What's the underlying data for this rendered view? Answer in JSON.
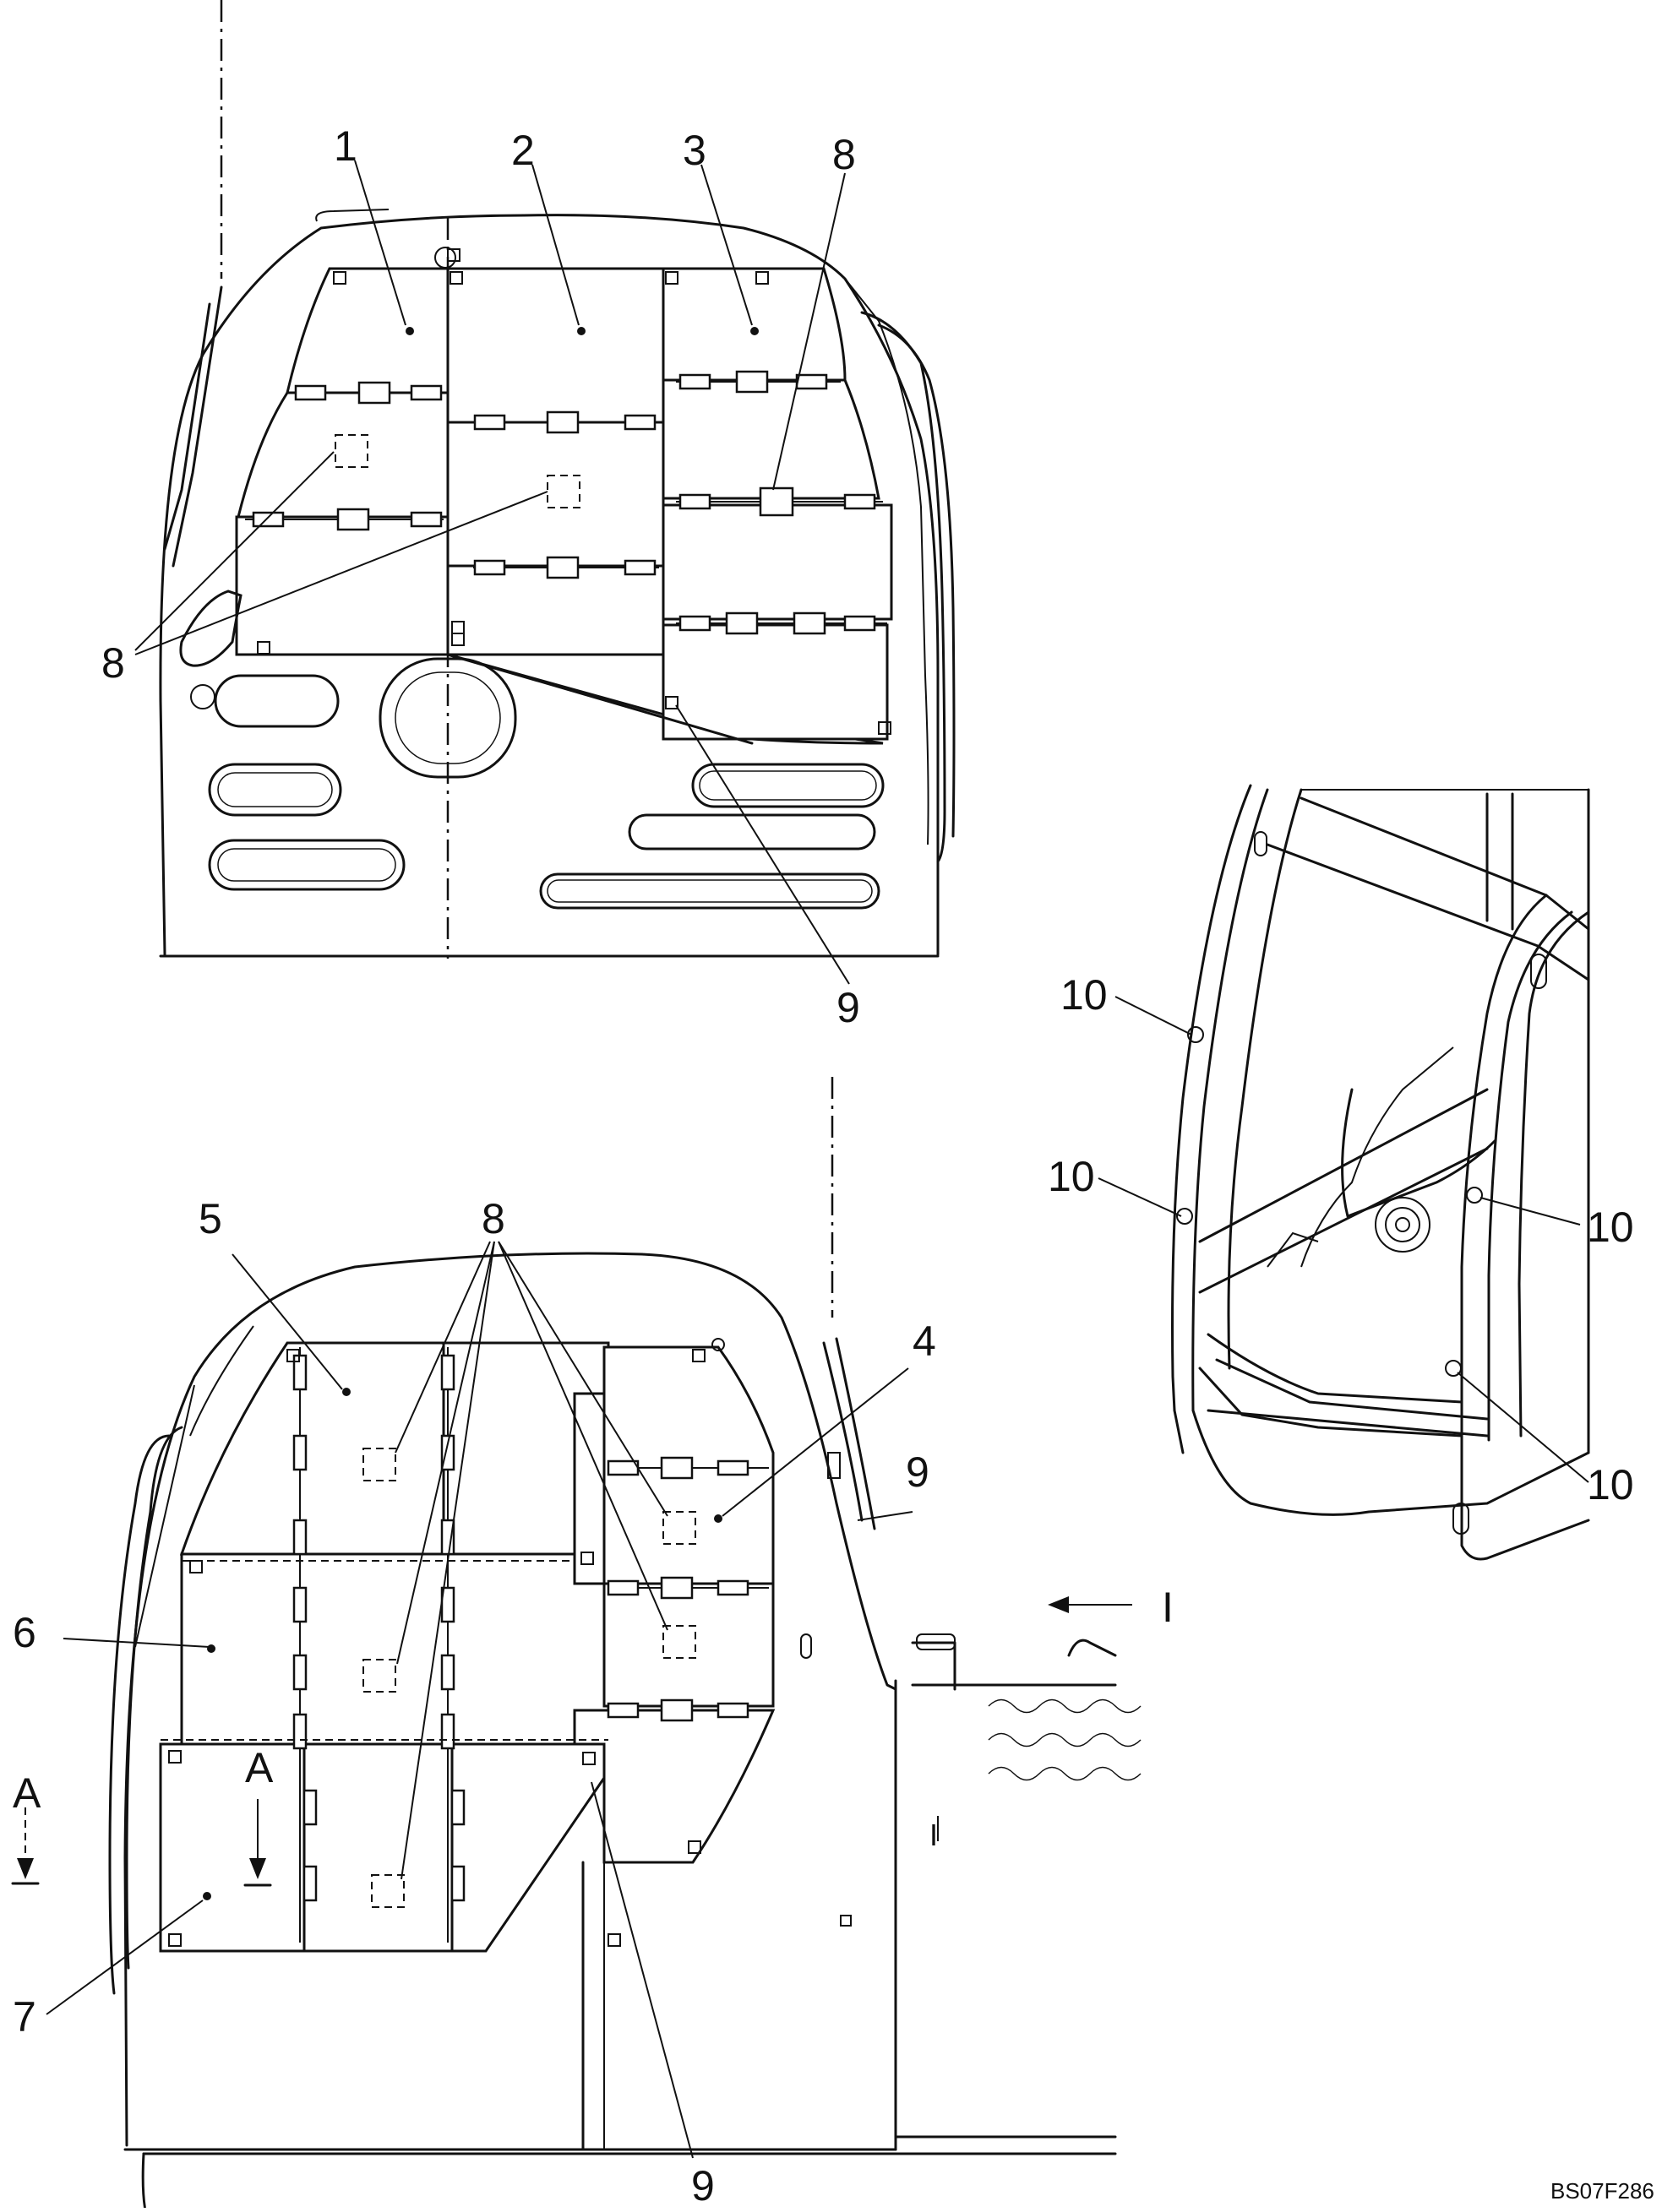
{
  "callouts": {
    "c1": "1",
    "c2": "2",
    "c3": "3",
    "c4": "4",
    "c5": "5",
    "c6": "6",
    "c7": "7",
    "c8a": "8",
    "c8b": "8",
    "c8c": "8",
    "c9a": "9",
    "c9b": "9",
    "c9c": "9",
    "c10a": "10",
    "c10b": "10",
    "c10c": "10",
    "c10d": "10"
  },
  "view_marks": {
    "section_a_left": "A",
    "section_a_inner": "A",
    "view_i": "I",
    "view_i_sub": "I"
  },
  "drawing_code": "BS07F286"
}
